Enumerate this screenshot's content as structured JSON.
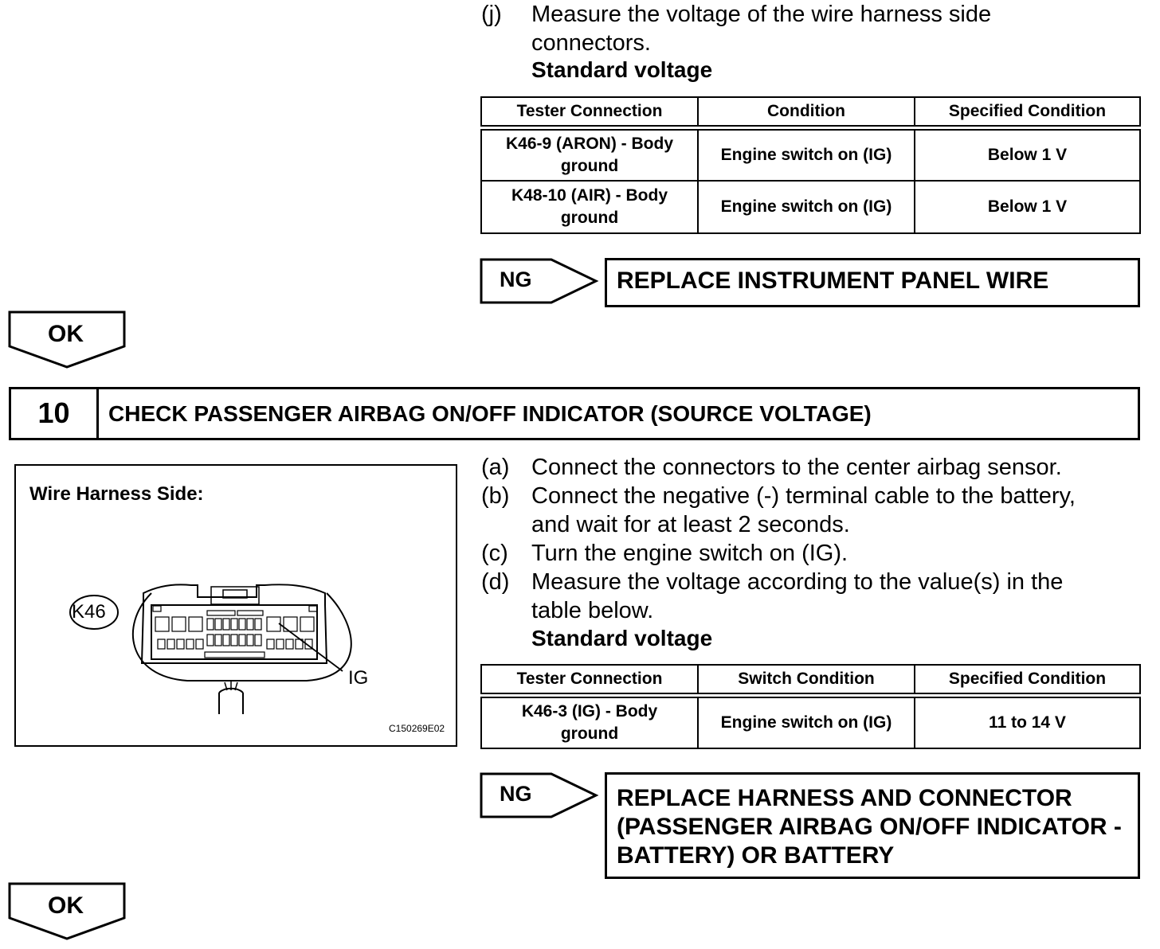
{
  "step_j": {
    "label": "(j)",
    "line1": "Measure the voltage of the wire harness side",
    "line2": "connectors.",
    "standard": "Standard voltage"
  },
  "table1": {
    "headers": [
      "Tester Connection",
      "Condition",
      "Specified Condition"
    ],
    "rows": [
      [
        "K46-9 (ARON) - Body",
        "ground",
        "Engine switch on (IG)",
        "Below 1 V"
      ],
      [
        "K48-10 (AIR) - Body",
        "ground",
        "Engine switch on (IG)",
        "Below 1 V"
      ]
    ]
  },
  "ng1": {
    "label": "NG",
    "action": "REPLACE INSTRUMENT PANEL WIRE"
  },
  "ok1": {
    "label": "OK"
  },
  "section10": {
    "number": "10",
    "title": "CHECK PASSENGER AIRBAG ON/OFF INDICATOR (SOURCE VOLTAGE)"
  },
  "figure": {
    "title": "Wire Harness Side:",
    "connector": "K46",
    "terminal": "IG",
    "code": "C150269E02"
  },
  "steps10": [
    {
      "label": "(a)",
      "line1": "Connect the connectors to the center airbag sensor."
    },
    {
      "label": "(b)",
      "line1": "Connect the negative (-) terminal cable to the battery,",
      "line2": "and wait for at least 2 seconds."
    },
    {
      "label": "(c)",
      "line1": "Turn the engine switch on (IG)."
    },
    {
      "label": "(d)",
      "line1": "Measure the voltage according to the value(s) in the",
      "line2": "table below."
    }
  ],
  "standard2": "Standard voltage",
  "table2": {
    "headers": [
      "Tester Connection",
      "Switch Condition",
      "Specified Condition"
    ],
    "rows": [
      [
        "K46-3 (IG) - Body",
        "ground",
        "Engine switch on (IG)",
        "11 to 14 V"
      ]
    ]
  },
  "ng2": {
    "label": "NG",
    "line1": "REPLACE HARNESS AND CONNECTOR",
    "line2": "(PASSENGER AIRBAG ON/OFF INDICATOR -",
    "line3": "BATTERY) OR BATTERY"
  },
  "ok2": {
    "label": "OK"
  }
}
